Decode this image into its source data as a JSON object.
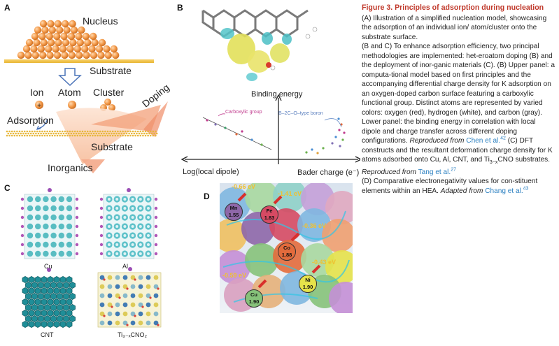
{
  "panel_a": {
    "letter": "A",
    "nucleus": "Nucleus",
    "substrate_top": "Substrate",
    "ion": "Ion",
    "atom": "Atom",
    "cluster": "Cluster",
    "adsorption": "Adsorption",
    "doping": "Doping",
    "substrate_bottom": "Substrate",
    "inorganics": "Inorganics"
  },
  "panel_b": {
    "letter": "B",
    "y_axis_label": "Binding energy",
    "x_left_label": "Log(local dipole)",
    "x_right_label": "Bader charge (e⁻)",
    "carboxylic_label": "Carboxylic group",
    "boron_label": "B–2C–O–type boron"
  },
  "panel_c": {
    "letter": "C",
    "cu": "Cu",
    "al": "Al",
    "cnt": "CNT",
    "ti": "Ti₃₋ₓCNO₂"
  },
  "panel_d": {
    "letter": "D",
    "energies": [
      "-0.66 eV",
      "-1.41 eV",
      "-0.36 eV",
      "-0.43 eV",
      "-0.59 eV"
    ],
    "elements": [
      {
        "symbol": "Mn",
        "value": "1.55",
        "color": "#8e67a8"
      },
      {
        "symbol": "Fe",
        "value": "1.83",
        "color": "#d64a63"
      },
      {
        "symbol": "Co",
        "value": "1.88",
        "color": "#e36b3c"
      },
      {
        "symbol": "Ni",
        "value": "1.90",
        "color": "#e6e24a"
      },
      {
        "symbol": "Cu",
        "value": "1.90",
        "color": "#86c27a"
      }
    ]
  },
  "caption": {
    "title": "Figure 3. Principles of adsorption during nucleation",
    "p_a": "(A) Illustration of a simplified nucleation model, showcasing the adsorption of an individual ion/ atom/cluster onto the substrate surface.",
    "p_bc_1": "(B and C) To enhance adsorption efficiency, two principal methodologies are implemented: het-eroatom doping (B) and the deployment of inor-ganic materials (C). (B) Upper panel: a computa-tional model based on first principles and the accompanying differential charge density for K adsorption on an oxygen-doped carbon surface featuring a carboxylic functional group. Distinct atoms are represented by varied colors: oxygen (red), hydrogen (white), and carbon (gray). Lower panel: the binding energy in correlation with local dipole and charge transfer across different doping configurations.",
    "rep1": "Reproduced from",
    "rep1_src": "Chen et al.",
    "ref42": "42",
    "p_c_1": "(C) DFT constructs and the resultant deformation charge density for K atoms adsorbed onto Cu, Al, CNT, and Ti",
    "p_c_sub": "3−x",
    "p_c_2": "CNO substrates.",
    "rep2": "Reproduced from",
    "rep2_src": "Tang et al.",
    "ref27": "27",
    "p_d": "(D) Comparative electronegativity values for con-stituent elements within an HEA.",
    "adapted": "Adapted from",
    "adapted_src": "Chang et al.",
    "ref43": "43"
  }
}
